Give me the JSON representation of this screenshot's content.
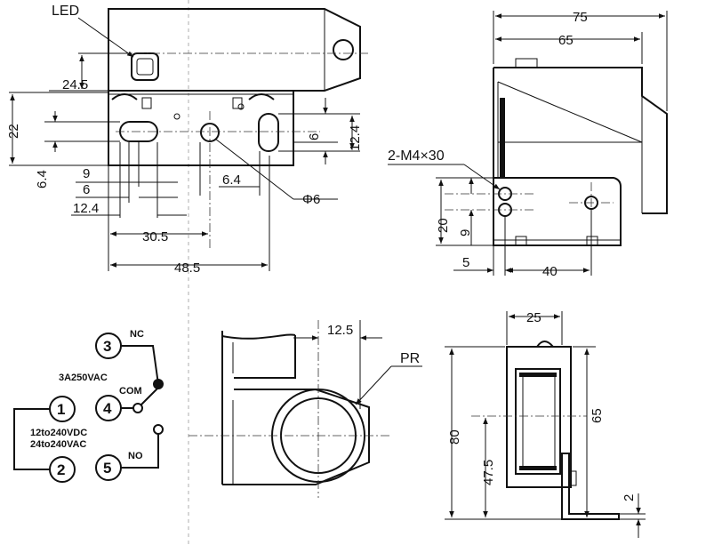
{
  "top_left_view": {
    "led_label": "LED",
    "dims": {
      "d24_5": "24.5",
      "d22": "22",
      "d6_4_left": "6.4",
      "d9": "9",
      "d6_left": "6",
      "d12_4_bottom": "12.4",
      "d30_5": "30.5",
      "d48_5": "48.5",
      "d6_4_hole": "6.4",
      "phi6": "Φ6",
      "d6_right": "6",
      "d12_4_right": "12.4"
    }
  },
  "top_right_view": {
    "screw_label": "2-M4×30",
    "dims": {
      "d75": "75",
      "d65": "65",
      "d20": "20",
      "d9": "9",
      "d5": "5",
      "d40": "40"
    }
  },
  "wiring": {
    "terminals": [
      "1",
      "2",
      "3",
      "4",
      "5"
    ],
    "nc_label": "NC",
    "com_label": "COM",
    "no_label": "NO",
    "contact_rating": "3A250VAC",
    "supply_line1": "12to240VDC",
    "supply_line2": "24to240VAC"
  },
  "bottom_middle_view": {
    "pr_label": "PR",
    "d12_5": "12.5"
  },
  "bottom_right_view": {
    "dims": {
      "d25": "25",
      "d80": "80",
      "d65": "65",
      "d47_5": "47.5",
      "d2": "2"
    }
  }
}
